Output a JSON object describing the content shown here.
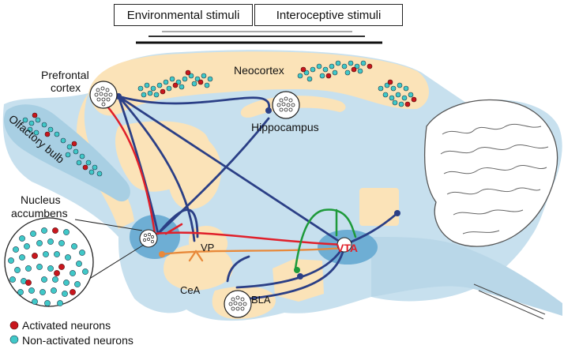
{
  "header": {
    "environmental": "Environmental stimuli",
    "interoceptive": "Interoceptive stimuli"
  },
  "regions": {
    "prefrontal_line1": "Prefrontal",
    "prefrontal_line2": "cortex",
    "neocortex": "Neocortex",
    "hippocampus": "Hippocampus",
    "olfactory_bulb": "Olfactory bulb",
    "nucleus_line1": "Nucleus",
    "nucleus_line2": "accumbens",
    "vp": "VP",
    "vta": "VTA",
    "cea": "CeA",
    "bla": "BLA"
  },
  "legend": {
    "activated": "Activated neurons",
    "non_activated": "Non-activated neurons"
  },
  "colors": {
    "activated": "#c8161d",
    "non_activated": "#40c8c8",
    "pathway_blue": "#2b3f86",
    "pathway_red": "#e0202a",
    "pathway_orange": "#e8893a",
    "pathway_green": "#1e9a3a",
    "tissue_light_blue": "#c7e0ee",
    "tissue_beige": "#fbe3b8"
  }
}
